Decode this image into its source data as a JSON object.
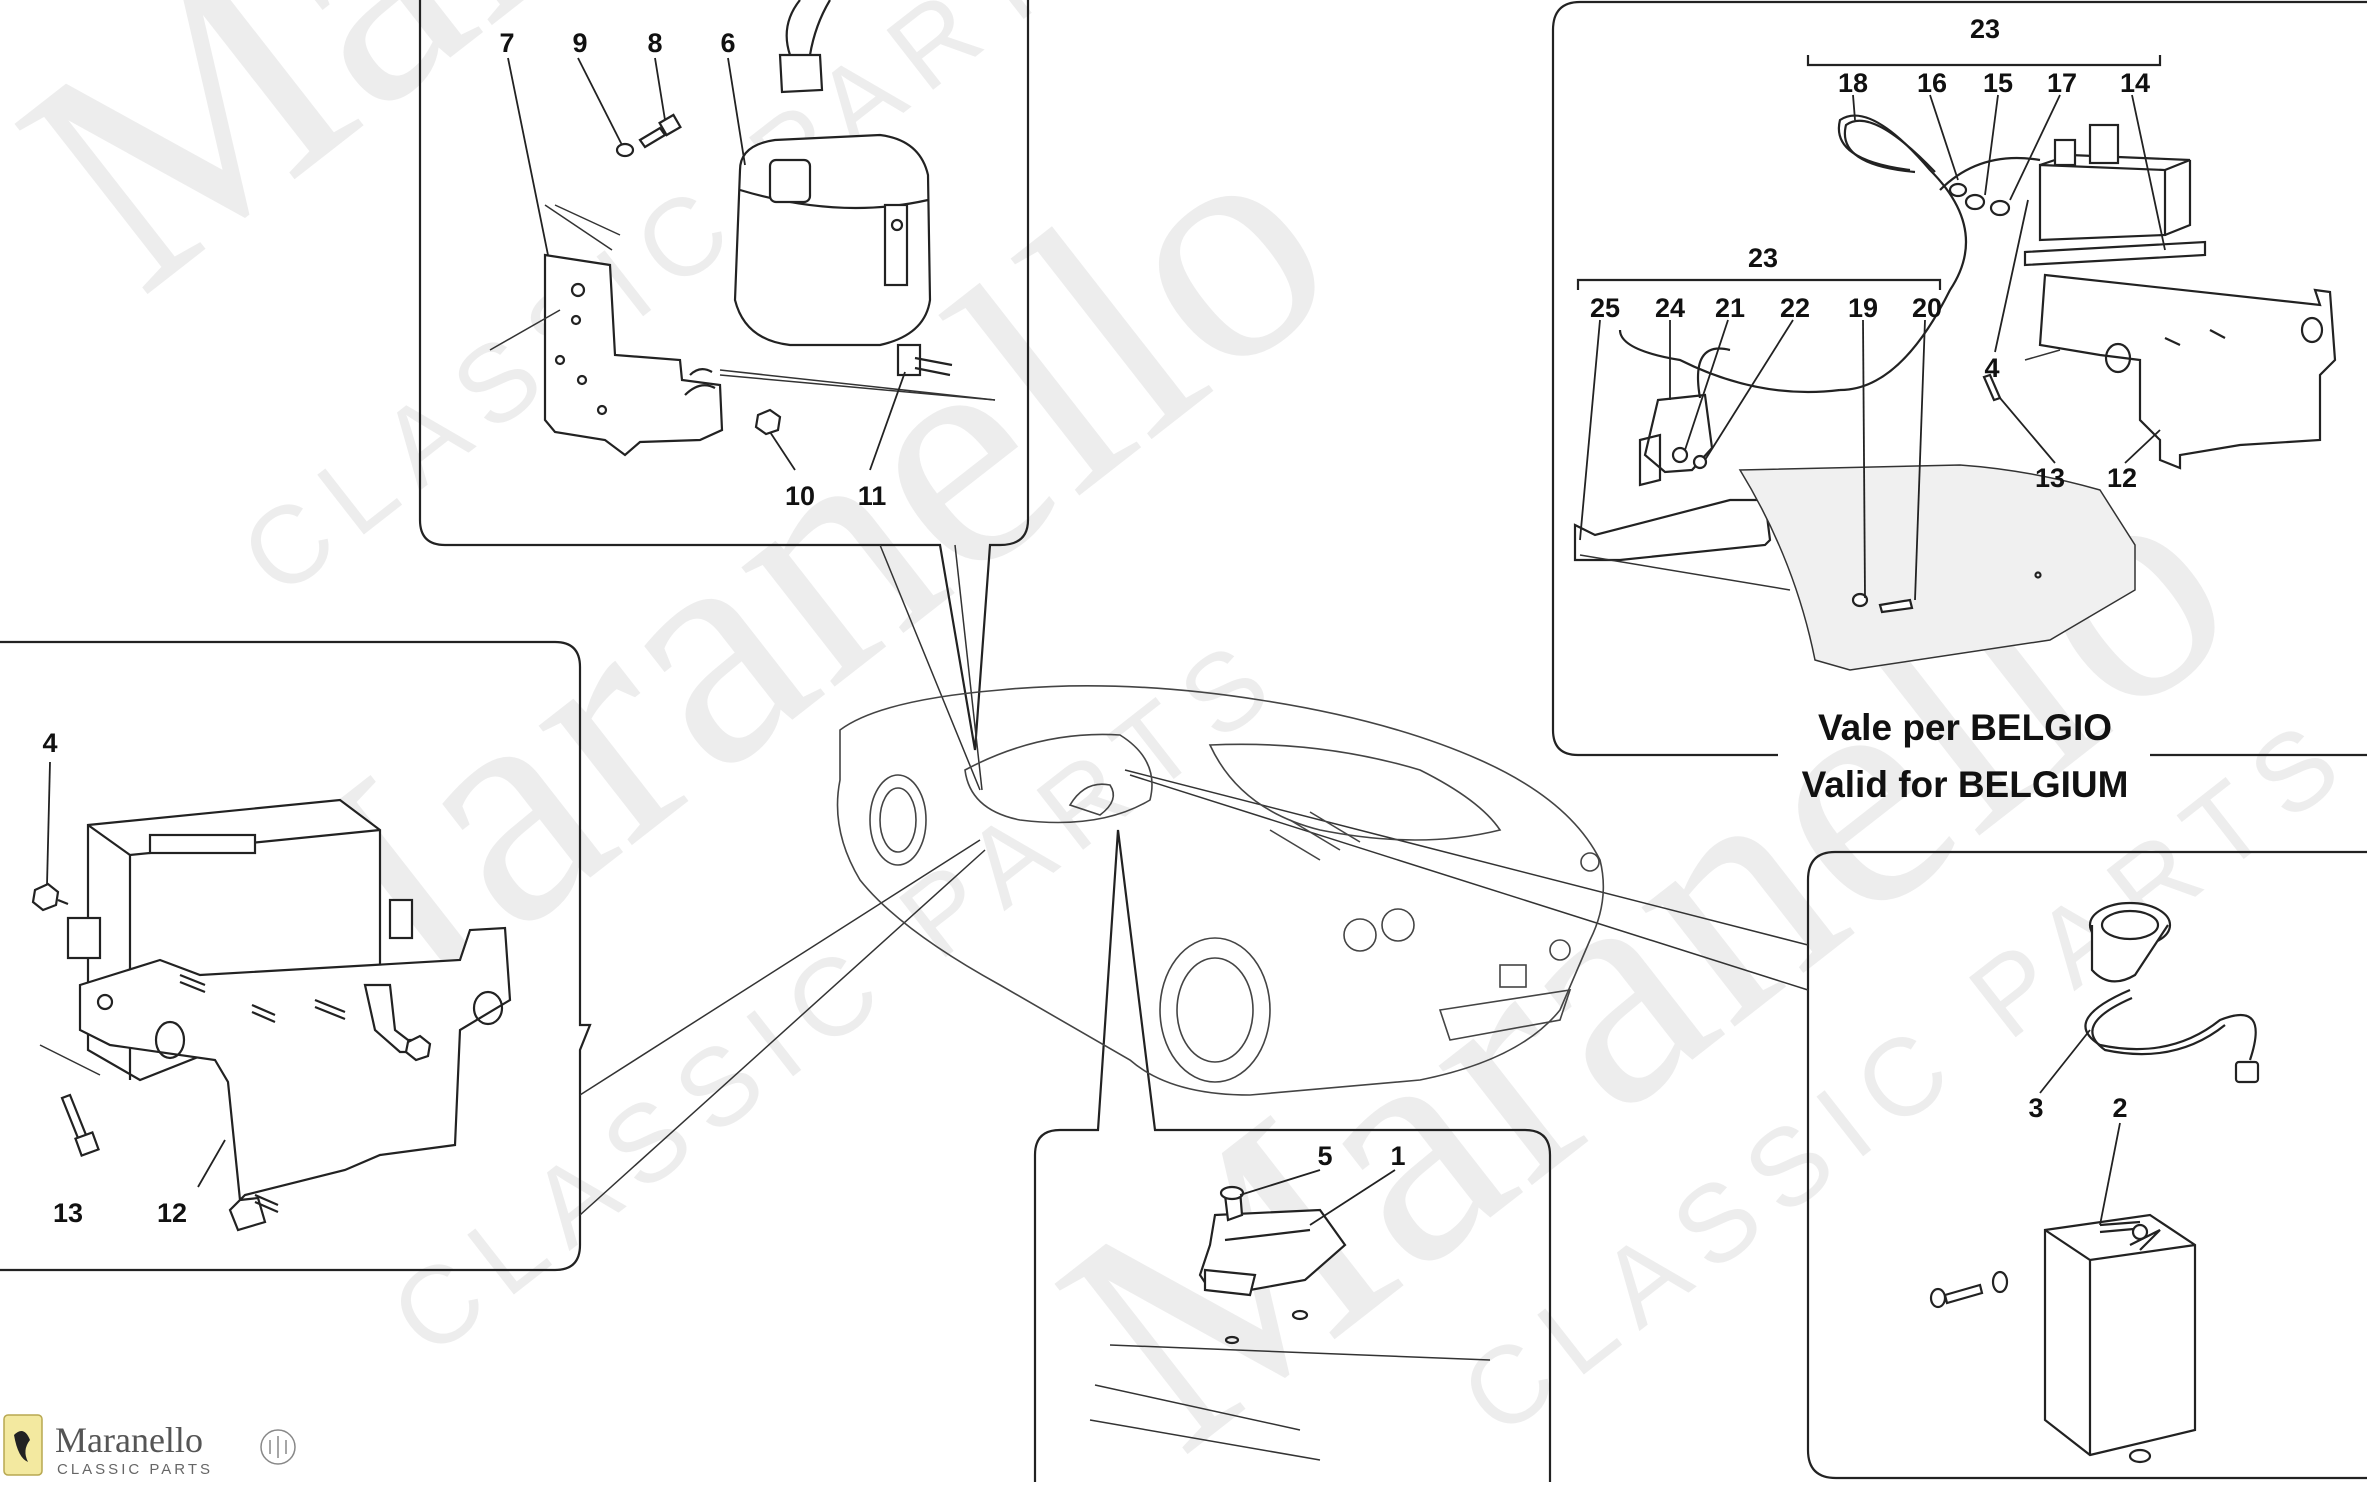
{
  "diagram": {
    "callouts": {
      "top_panel": [
        "7",
        "9",
        "8",
        "6",
        "10",
        "11"
      ],
      "left_panel": [
        "4",
        "13",
        "12"
      ],
      "belgium_panel": [
        "23",
        "18",
        "16",
        "15",
        "17",
        "14",
        "23",
        "25",
        "24",
        "21",
        "22",
        "19",
        "20",
        "4",
        "13",
        "12"
      ],
      "bottom_panel": [
        "5",
        "1"
      ],
      "right_panel": [
        "3",
        "2"
      ]
    },
    "belgium_caption": {
      "line1": "Vale per BELGIO",
      "line2": "Valid for BELGIUM"
    }
  },
  "watermark": {
    "brand": "Maranello",
    "sub": "CLASSIC PARTS"
  }
}
